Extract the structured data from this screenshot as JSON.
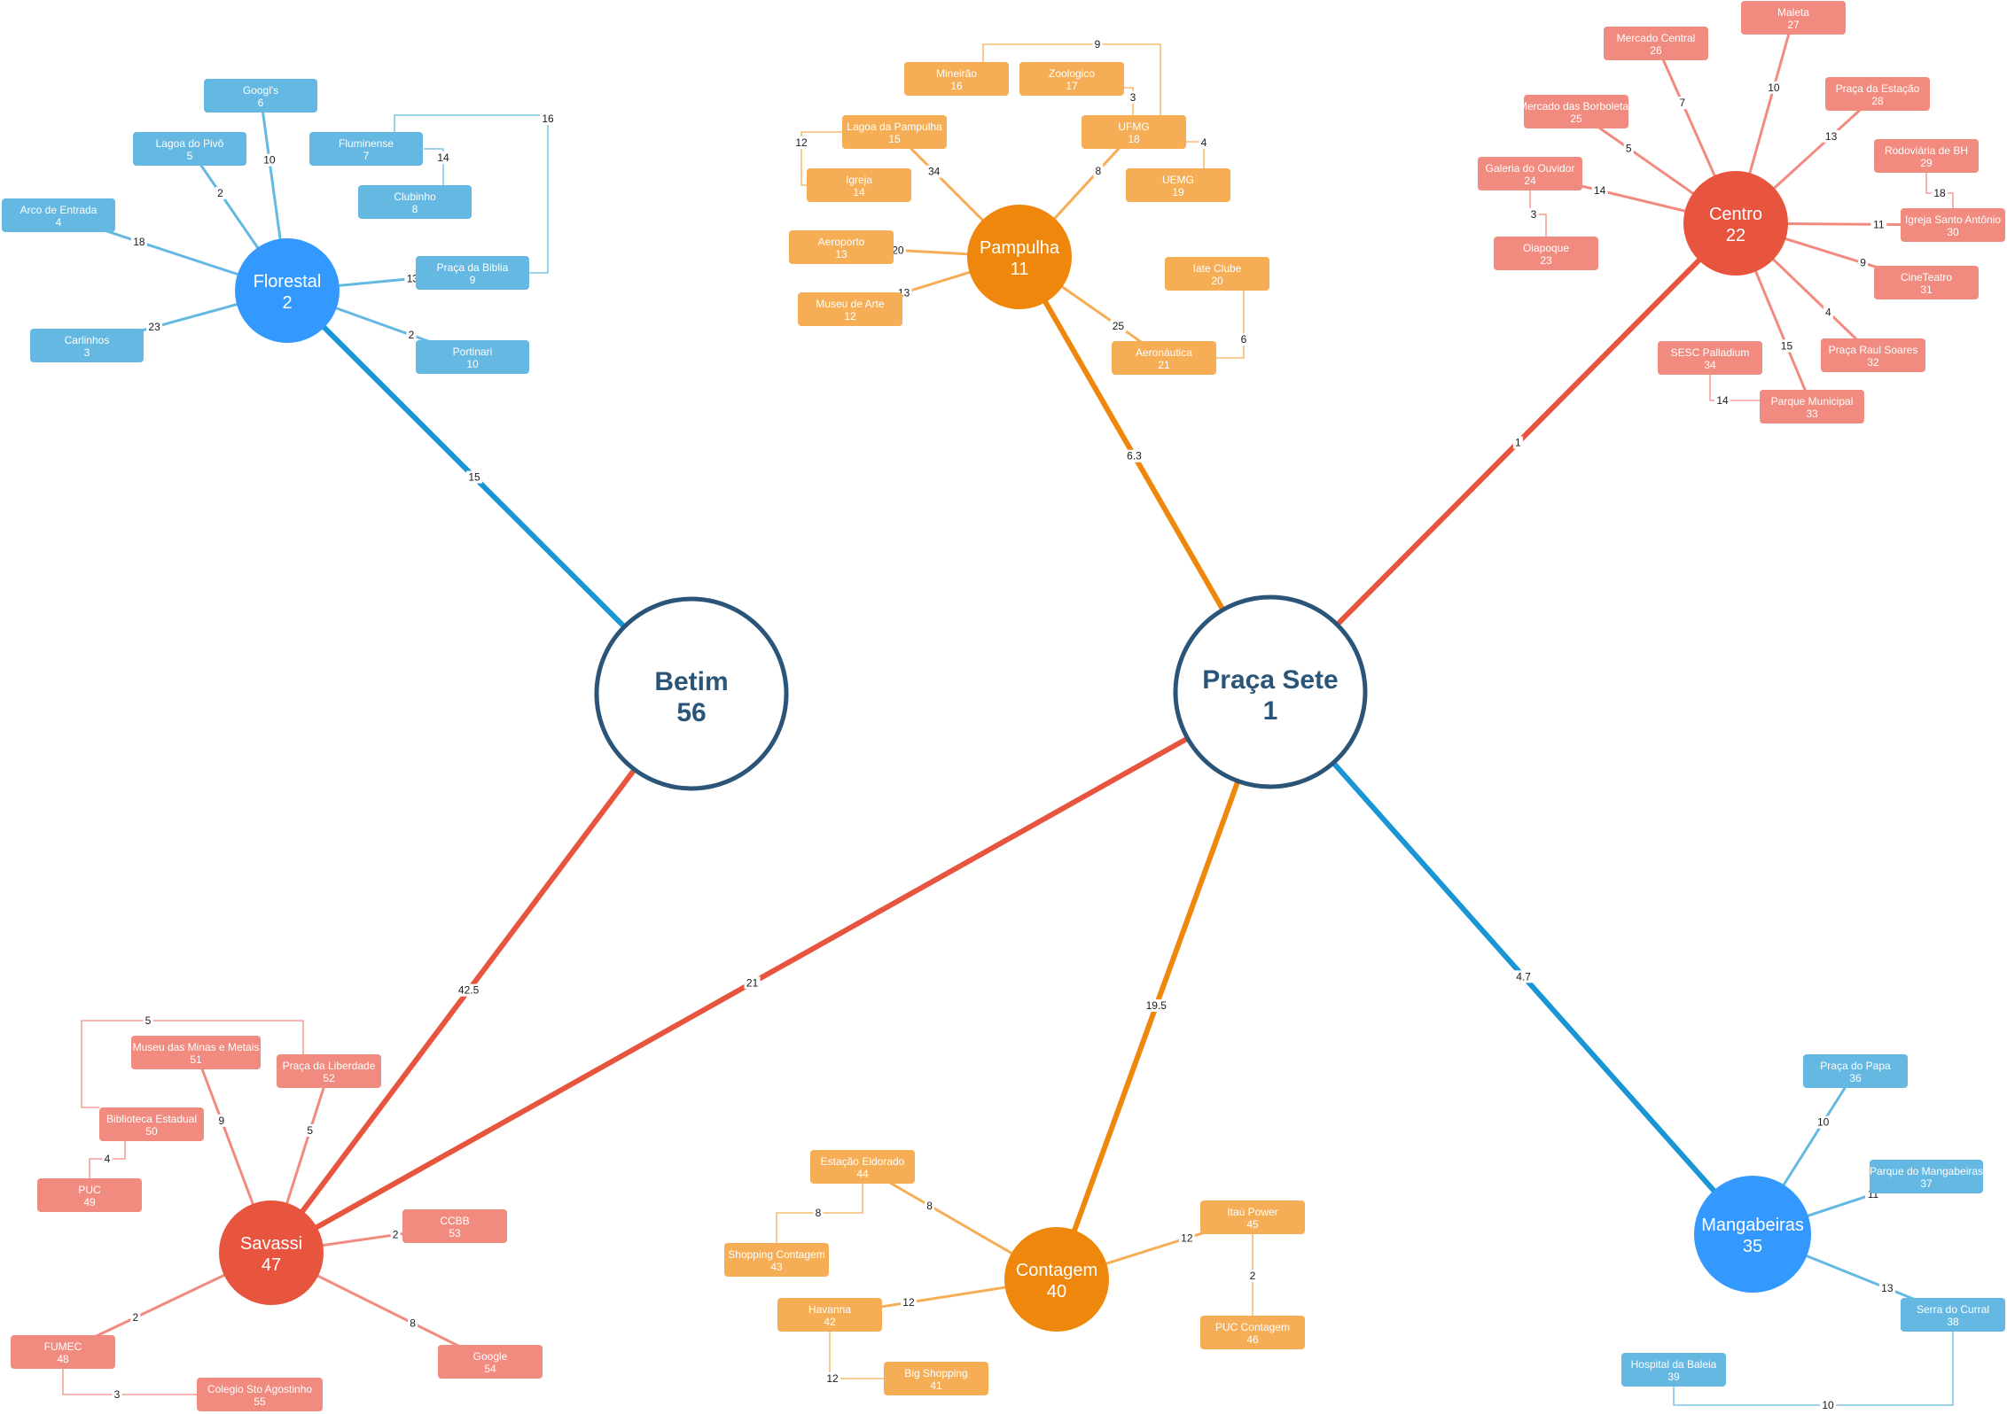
{
  "colors": {
    "blue_circle": "#3399ff",
    "blue_node": "#64b8e2",
    "blue_edge": "#1996d3",
    "orange_circle": "#f0870d",
    "orange_node": "#f5ae55",
    "orange_edge": "#f0870d",
    "red_circle": "#e8553f",
    "red_node": "#f28b7f",
    "red_edge": "#e8553f",
    "hub_stroke": "#2b5578",
    "hub_text": "#2b5578",
    "label_text": "#1a1a1a"
  },
  "hubs": [
    {
      "id": "betim",
      "name": "Betim",
      "number": "56"
    },
    {
      "id": "praca",
      "name": "Praça Sete",
      "number": "1"
    }
  ],
  "clusters": [
    {
      "id": "florestal",
      "name": "Florestal",
      "number": "2",
      "color": "blue"
    },
    {
      "id": "pampulha",
      "name": "Pampulha",
      "number": "11",
      "color": "orange"
    },
    {
      "id": "centro",
      "name": "Centro",
      "number": "22",
      "color": "red"
    },
    {
      "id": "savassi",
      "name": "Savassi",
      "number": "47",
      "color": "red"
    },
    {
      "id": "contagem",
      "name": "Contagem",
      "number": "40",
      "color": "orange"
    },
    {
      "id": "mangabeiras",
      "name": "Mangabeiras",
      "number": "35",
      "color": "blue"
    }
  ],
  "nodes": [
    {
      "id": "n6",
      "name": "Googl's",
      "number": "6",
      "color": "blue"
    },
    {
      "id": "n5",
      "name": "Lagoa do Pivô",
      "number": "5",
      "color": "blue"
    },
    {
      "id": "n4",
      "name": "Arco de Entrada",
      "number": "4",
      "color": "blue"
    },
    {
      "id": "n3",
      "name": "Carlinhos",
      "number": "3",
      "color": "blue"
    },
    {
      "id": "n7",
      "name": "Fluminense",
      "number": "7",
      "color": "blue"
    },
    {
      "id": "n8",
      "name": "Clubinho",
      "number": "8",
      "color": "blue"
    },
    {
      "id": "n9",
      "name": "Praça da Biblia",
      "number": "9",
      "color": "blue"
    },
    {
      "id": "n10",
      "name": "Portinari",
      "number": "10",
      "color": "blue"
    },
    {
      "id": "n16",
      "name": "Mineirão",
      "number": "16",
      "color": "orange"
    },
    {
      "id": "n17",
      "name": "Zoologico",
      "number": "17",
      "color": "orange"
    },
    {
      "id": "n15",
      "name": "Lagoa da Pampulha",
      "number": "15",
      "color": "orange"
    },
    {
      "id": "n18",
      "name": "UFMG",
      "number": "18",
      "color": "orange"
    },
    {
      "id": "n14",
      "name": "Igreja",
      "number": "14",
      "color": "orange"
    },
    {
      "id": "n19",
      "name": "UEMG",
      "number": "19",
      "color": "orange"
    },
    {
      "id": "n13",
      "name": "Aeroporto",
      "number": "13",
      "color": "orange"
    },
    {
      "id": "n12",
      "name": "Museu de Arte",
      "number": "12",
      "color": "orange"
    },
    {
      "id": "n20",
      "name": "Iate Clube",
      "number": "20",
      "color": "orange"
    },
    {
      "id": "n21",
      "name": "Aeronáutica",
      "number": "21",
      "color": "orange"
    },
    {
      "id": "n27",
      "name": "Maleta",
      "number": "27",
      "color": "red"
    },
    {
      "id": "n26",
      "name": "Mercado Central",
      "number": "26",
      "color": "red"
    },
    {
      "id": "n28",
      "name": "Praça da Estação",
      "number": "28",
      "color": "red"
    },
    {
      "id": "n25",
      "name": "Mercado das Borboletas",
      "number": "25",
      "color": "red"
    },
    {
      "id": "n29",
      "name": "Rodoviária de BH",
      "number": "29",
      "color": "red"
    },
    {
      "id": "n24",
      "name": "Galeria do Ouvidor",
      "number": "24",
      "color": "red"
    },
    {
      "id": "n30",
      "name": "Igreja Santo Antônio",
      "number": "30",
      "color": "red"
    },
    {
      "id": "n23",
      "name": "Oiapoque",
      "number": "23",
      "color": "red"
    },
    {
      "id": "n31",
      "name": "CineTeatro",
      "number": "31",
      "color": "red"
    },
    {
      "id": "n34",
      "name": "SESC Palladium",
      "number": "34",
      "color": "red"
    },
    {
      "id": "n32",
      "name": "Praça Raul Soares",
      "number": "32",
      "color": "red"
    },
    {
      "id": "n33",
      "name": "Parque Municipal",
      "number": "33",
      "color": "red"
    },
    {
      "id": "n51",
      "name": "Museu das Minas e Metais",
      "number": "51",
      "color": "red"
    },
    {
      "id": "n52",
      "name": "Praça da Liberdade",
      "number": "52",
      "color": "red"
    },
    {
      "id": "n50",
      "name": "Biblioteca Estadual",
      "number": "50",
      "color": "red"
    },
    {
      "id": "n49",
      "name": "PUC",
      "number": "49",
      "color": "red"
    },
    {
      "id": "n53",
      "name": "CCBB",
      "number": "53",
      "color": "red"
    },
    {
      "id": "n48",
      "name": "FUMEC",
      "number": "48",
      "color": "red"
    },
    {
      "id": "n54",
      "name": "Google",
      "number": "54",
      "color": "red"
    },
    {
      "id": "n55",
      "name": "Colegio Sto Agostinho",
      "number": "55",
      "color": "red"
    },
    {
      "id": "n44",
      "name": "Estação Eldorado",
      "number": "44",
      "color": "orange"
    },
    {
      "id": "n43",
      "name": "Shopping Contagem",
      "number": "43",
      "color": "orange"
    },
    {
      "id": "n45",
      "name": "Itaú Power",
      "number": "45",
      "color": "orange"
    },
    {
      "id": "n42",
      "name": "Havanna",
      "number": "42",
      "color": "orange"
    },
    {
      "id": "n46",
      "name": "PUC Contagem",
      "number": "46",
      "color": "orange"
    },
    {
      "id": "n41",
      "name": "Big Shopping",
      "number": "41",
      "color": "orange"
    },
    {
      "id": "n36",
      "name": "Praça do Papa",
      "number": "36",
      "color": "blue"
    },
    {
      "id": "n37",
      "name": "Parque do Mangabeiras",
      "number": "37",
      "color": "blue"
    },
    {
      "id": "n38",
      "name": "Serra do Curral",
      "number": "38",
      "color": "blue"
    },
    {
      "id": "n39",
      "name": "Hospital da Baleia",
      "number": "39",
      "color": "blue"
    }
  ],
  "edges": [
    {
      "from": "florestal",
      "to": "betim",
      "weight": "15",
      "color": "blue",
      "main": true
    },
    {
      "from": "pampulha",
      "to": "praca",
      "weight": "6.3",
      "color": "orange",
      "main": true
    },
    {
      "from": "centro",
      "to": "praca",
      "weight": "1",
      "color": "red",
      "main": true
    },
    {
      "from": "betim",
      "to": "savassi",
      "weight": "42.5",
      "color": "red",
      "main": true
    },
    {
      "from": "praca",
      "to": "savassi",
      "weight": "21",
      "color": "red",
      "main": true
    },
    {
      "from": "praca",
      "to": "contagem",
      "weight": "19.5",
      "color": "orange",
      "main": true
    },
    {
      "from": "praca",
      "to": "mangabeiras",
      "weight": "4.7",
      "color": "blue",
      "main": true
    },
    {
      "from": "florestal",
      "to": "n6",
      "weight": "10",
      "color": "blue"
    },
    {
      "from": "florestal",
      "to": "n5",
      "weight": "2",
      "color": "blue"
    },
    {
      "from": "florestal",
      "to": "n4",
      "weight": "18",
      "color": "blue"
    },
    {
      "from": "florestal",
      "to": "n3",
      "weight": "23",
      "color": "blue"
    },
    {
      "from": "florestal",
      "to": "n9",
      "weight": "13",
      "color": "blue"
    },
    {
      "from": "florestal",
      "to": "n10",
      "weight": "2",
      "color": "blue"
    },
    {
      "from": "n7",
      "to": "n8",
      "weight": "14",
      "color": "blue",
      "ortho": true
    },
    {
      "from": "n7",
      "to": "n9",
      "weight": "16",
      "color": "blue",
      "ortho": true
    },
    {
      "from": "pampulha",
      "to": "n15",
      "weight": "34",
      "color": "orange"
    },
    {
      "from": "pampulha",
      "to": "n18",
      "weight": "8",
      "color": "orange"
    },
    {
      "from": "pampulha",
      "to": "n13",
      "weight": "20",
      "color": "orange"
    },
    {
      "from": "pampulha",
      "to": "n12",
      "weight": "13",
      "color": "orange"
    },
    {
      "from": "pampulha",
      "to": "n21",
      "weight": "25",
      "color": "orange"
    },
    {
      "from": "n15",
      "to": "n14",
      "weight": "12",
      "color": "orange",
      "ortho": true
    },
    {
      "from": "n16",
      "to": "n18",
      "weight": "9",
      "color": "orange",
      "ortho": true
    },
    {
      "from": "n17",
      "to": "n18",
      "weight": "3",
      "color": "orange",
      "ortho": true
    },
    {
      "from": "n18",
      "to": "n19",
      "weight": "4",
      "color": "orange",
      "ortho": true
    },
    {
      "from": "n20",
      "to": "n21",
      "weight": "6",
      "color": "orange",
      "ortho": true
    },
    {
      "from": "centro",
      "to": "n27",
      "weight": "10",
      "color": "red"
    },
    {
      "from": "centro",
      "to": "n26",
      "weight": "7",
      "color": "red"
    },
    {
      "from": "centro",
      "to": "n28",
      "weight": "13",
      "color": "red"
    },
    {
      "from": "centro",
      "to": "n25",
      "weight": "5",
      "color": "red"
    },
    {
      "from": "centro",
      "to": "n24",
      "weight": "14",
      "color": "red"
    },
    {
      "from": "centro",
      "to": "n30",
      "weight": "11",
      "color": "red"
    },
    {
      "from": "centro",
      "to": "n31",
      "weight": "9",
      "color": "red"
    },
    {
      "from": "centro",
      "to": "n32",
      "weight": "4",
      "color": "red"
    },
    {
      "from": "centro",
      "to": "n33",
      "weight": "15",
      "color": "red"
    },
    {
      "from": "n24",
      "to": "n23",
      "weight": "3",
      "color": "red",
      "ortho": true
    },
    {
      "from": "n29",
      "to": "n30",
      "weight": "18",
      "color": "red",
      "ortho": true
    },
    {
      "from": "n34",
      "to": "n33",
      "weight": "14",
      "color": "red",
      "ortho": true
    },
    {
      "from": "savassi",
      "to": "n51",
      "weight": "9",
      "color": "red"
    },
    {
      "from": "savassi",
      "to": "n52",
      "weight": "5",
      "color": "red"
    },
    {
      "from": "savassi",
      "to": "n53",
      "weight": "2",
      "color": "red"
    },
    {
      "from": "savassi",
      "to": "n48",
      "weight": "2",
      "color": "red"
    },
    {
      "from": "savassi",
      "to": "n54",
      "weight": "8",
      "color": "red"
    },
    {
      "from": "n52",
      "to": "n50",
      "weight": "5",
      "color": "red",
      "ortho": true
    },
    {
      "from": "n50",
      "to": "n49",
      "weight": "4",
      "color": "red",
      "ortho": true
    },
    {
      "from": "n48",
      "to": "n55",
      "weight": "3",
      "color": "red",
      "ortho": true
    },
    {
      "from": "contagem",
      "to": "n44",
      "weight": "8",
      "color": "orange"
    },
    {
      "from": "contagem",
      "to": "n45",
      "weight": "12",
      "color": "orange"
    },
    {
      "from": "contagem",
      "to": "n42",
      "weight": "12",
      "color": "orange"
    },
    {
      "from": "n44",
      "to": "n43",
      "weight": "8",
      "color": "orange",
      "ortho": true
    },
    {
      "from": "n45",
      "to": "n46",
      "weight": "2",
      "color": "orange",
      "ortho": true
    },
    {
      "from": "n42",
      "to": "n41",
      "weight": "12",
      "color": "orange",
      "ortho": true
    },
    {
      "from": "mangabeiras",
      "to": "n36",
      "weight": "10",
      "color": "blue"
    },
    {
      "from": "mangabeiras",
      "to": "n37",
      "weight": "11",
      "color": "blue"
    },
    {
      "from": "mangabeiras",
      "to": "n38",
      "weight": "13",
      "color": "blue"
    },
    {
      "from": "n38",
      "to": "n39",
      "weight": "10",
      "color": "blue",
      "ortho": true
    }
  ]
}
